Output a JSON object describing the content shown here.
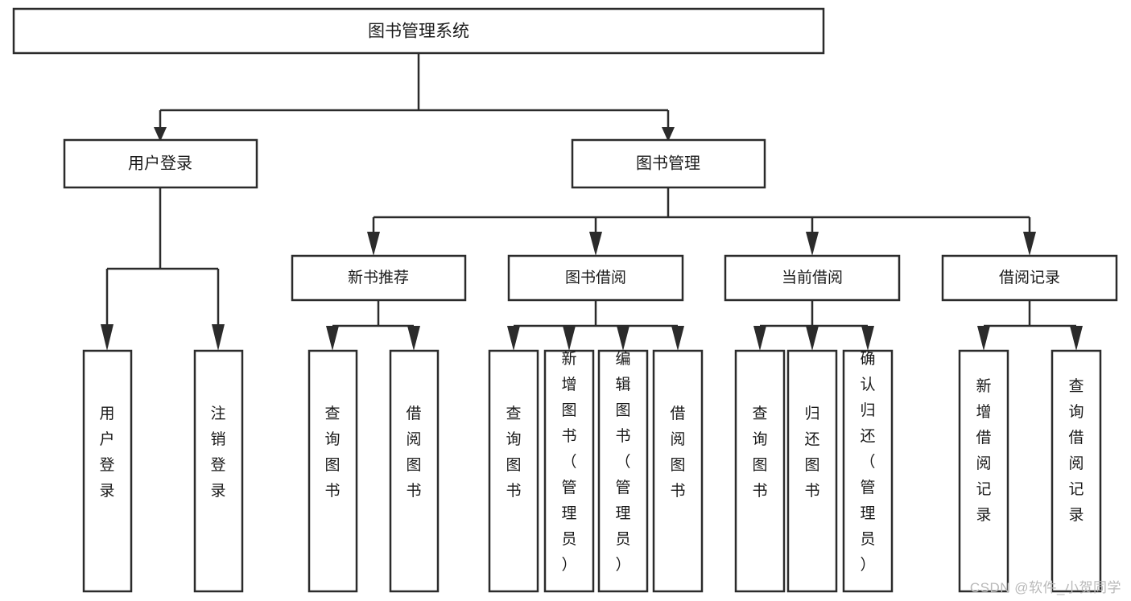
{
  "diagram": {
    "title": "图书管理系统",
    "watermark": "CSDN @软件_小贺同学",
    "colors": {
      "stroke": "#2b2b2b",
      "box_fill": "#ffffff",
      "text": "#1a1a1a",
      "background": "#ffffff",
      "watermark": "#b9b9b9"
    },
    "root": {
      "label": "图书管理系统"
    },
    "level1": [
      {
        "label": "用户登录"
      },
      {
        "label": "图书管理"
      }
    ],
    "level2": [
      {
        "label": "新书推荐"
      },
      {
        "label": "图书借阅"
      },
      {
        "label": "当前借阅"
      },
      {
        "label": "借阅记录"
      }
    ],
    "leaves": {
      "user_login": [
        {
          "label": "用户登录"
        },
        {
          "label": "注销登录"
        }
      ],
      "new_book_recommend": [
        {
          "label": "查询图书"
        },
        {
          "label": "借阅图书"
        }
      ],
      "book_borrow": [
        {
          "label": "查询图书"
        },
        {
          "label": "新增图书（管理员）"
        },
        {
          "label": "编辑图书（管理员）"
        },
        {
          "label": "借阅图书"
        }
      ],
      "current_borrow": [
        {
          "label": "查询图书"
        },
        {
          "label": "归还图书"
        },
        {
          "label": "确认归还（管理员）"
        }
      ],
      "borrow_record": [
        {
          "label": "新增借阅记录"
        },
        {
          "label": "查询借阅记录"
        }
      ]
    }
  }
}
